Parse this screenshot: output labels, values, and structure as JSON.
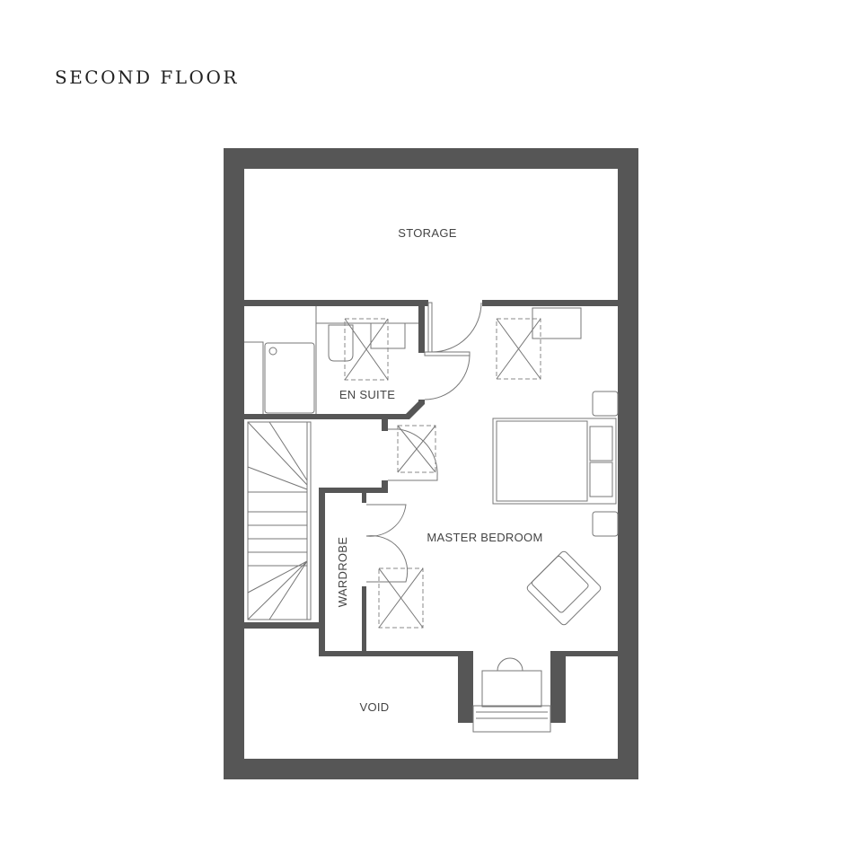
{
  "title": "SECOND FLOOR",
  "rooms": {
    "storage": "STORAGE",
    "en_suite": "EN SUITE",
    "master_bedroom": "MASTER BEDROOM",
    "wardrobe": "WARDROBE",
    "void": "VOID"
  },
  "colors": {
    "wall": "#565656",
    "line": "#777777"
  }
}
